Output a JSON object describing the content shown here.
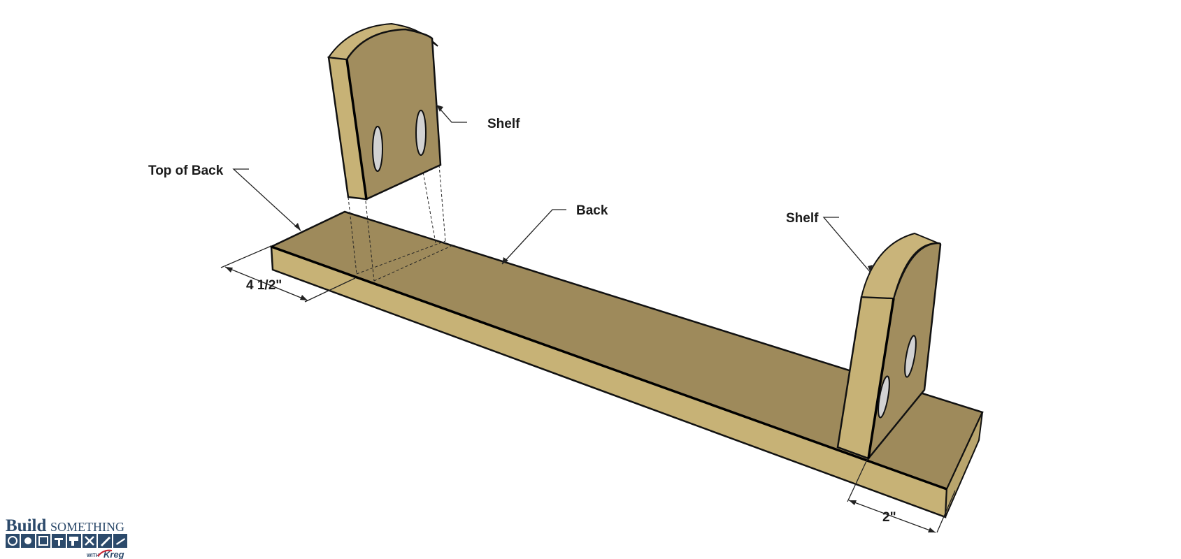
{
  "labels": {
    "shelf_top": "Shelf",
    "shelf_right": "Shelf",
    "top_of_back": "Top of Back",
    "back": "Back",
    "dim_width": "4 1/2\"",
    "dim_offset": "2\""
  },
  "logo": {
    "build": "Build",
    "something": "SOMETHING",
    "with": "WITH",
    "brand": "Kreg"
  },
  "colors": {
    "wood_top": "#9e8a5b",
    "wood_edge": "#c7b276",
    "wood_face": "#a18d5e",
    "outline": "#111111",
    "logo_blue": "#2c4a6b",
    "brand_red": "#c8202f"
  }
}
